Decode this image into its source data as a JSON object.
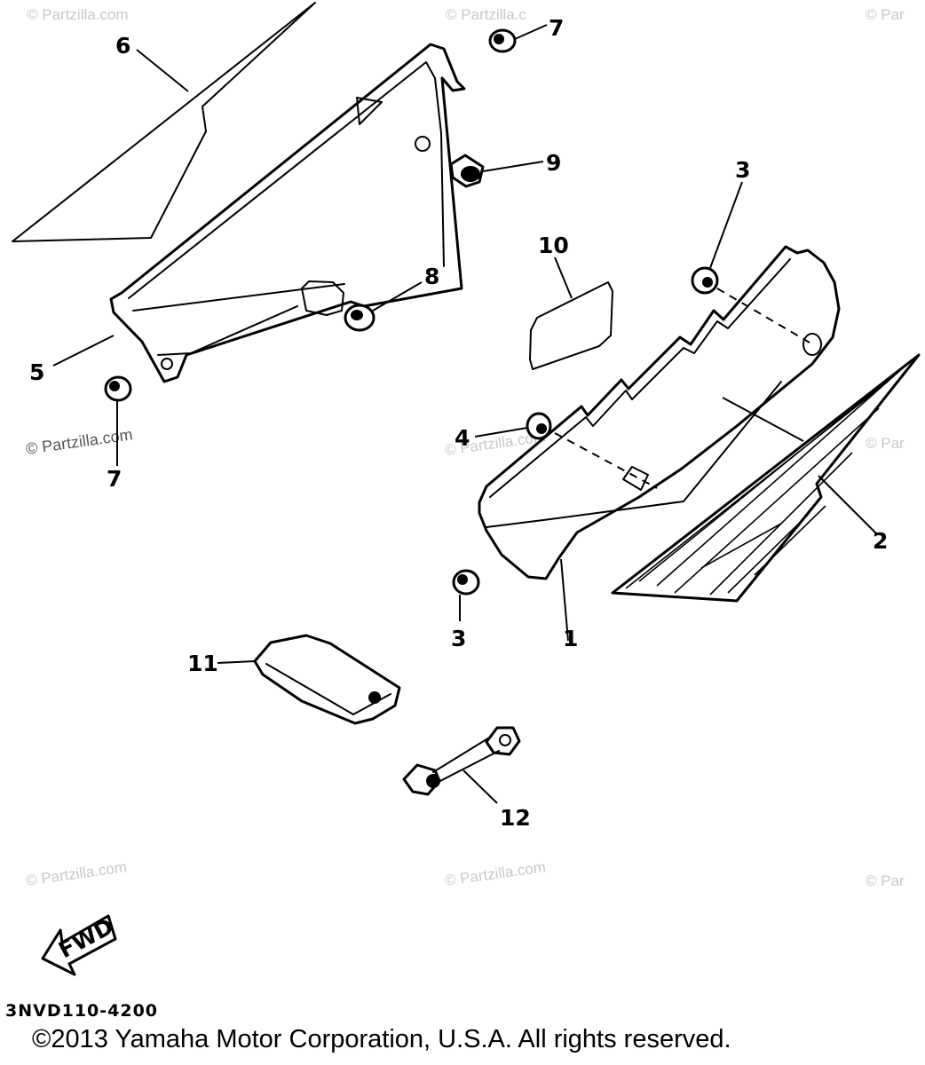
{
  "watermarks": {
    "main": "© Partzilla.com",
    "edge": "© Par",
    "top_mid": "© Partzilla.c"
  },
  "callouts": {
    "c1": "1",
    "c2": "2",
    "c3_top": "3",
    "c3_bottom": "3",
    "c4": "4",
    "c5": "5",
    "c6": "6",
    "c7_top": "7",
    "c7_bottom": "7",
    "c8": "8",
    "c9": "9",
    "c10": "10",
    "c11": "11",
    "c12": "12"
  },
  "fwd_arrow": {
    "label": "FWD"
  },
  "diagram_code": "3NVD110-4200",
  "copyright": "©2013 Yamaha Motor Corporation, U.S.A. All rights reserved."
}
